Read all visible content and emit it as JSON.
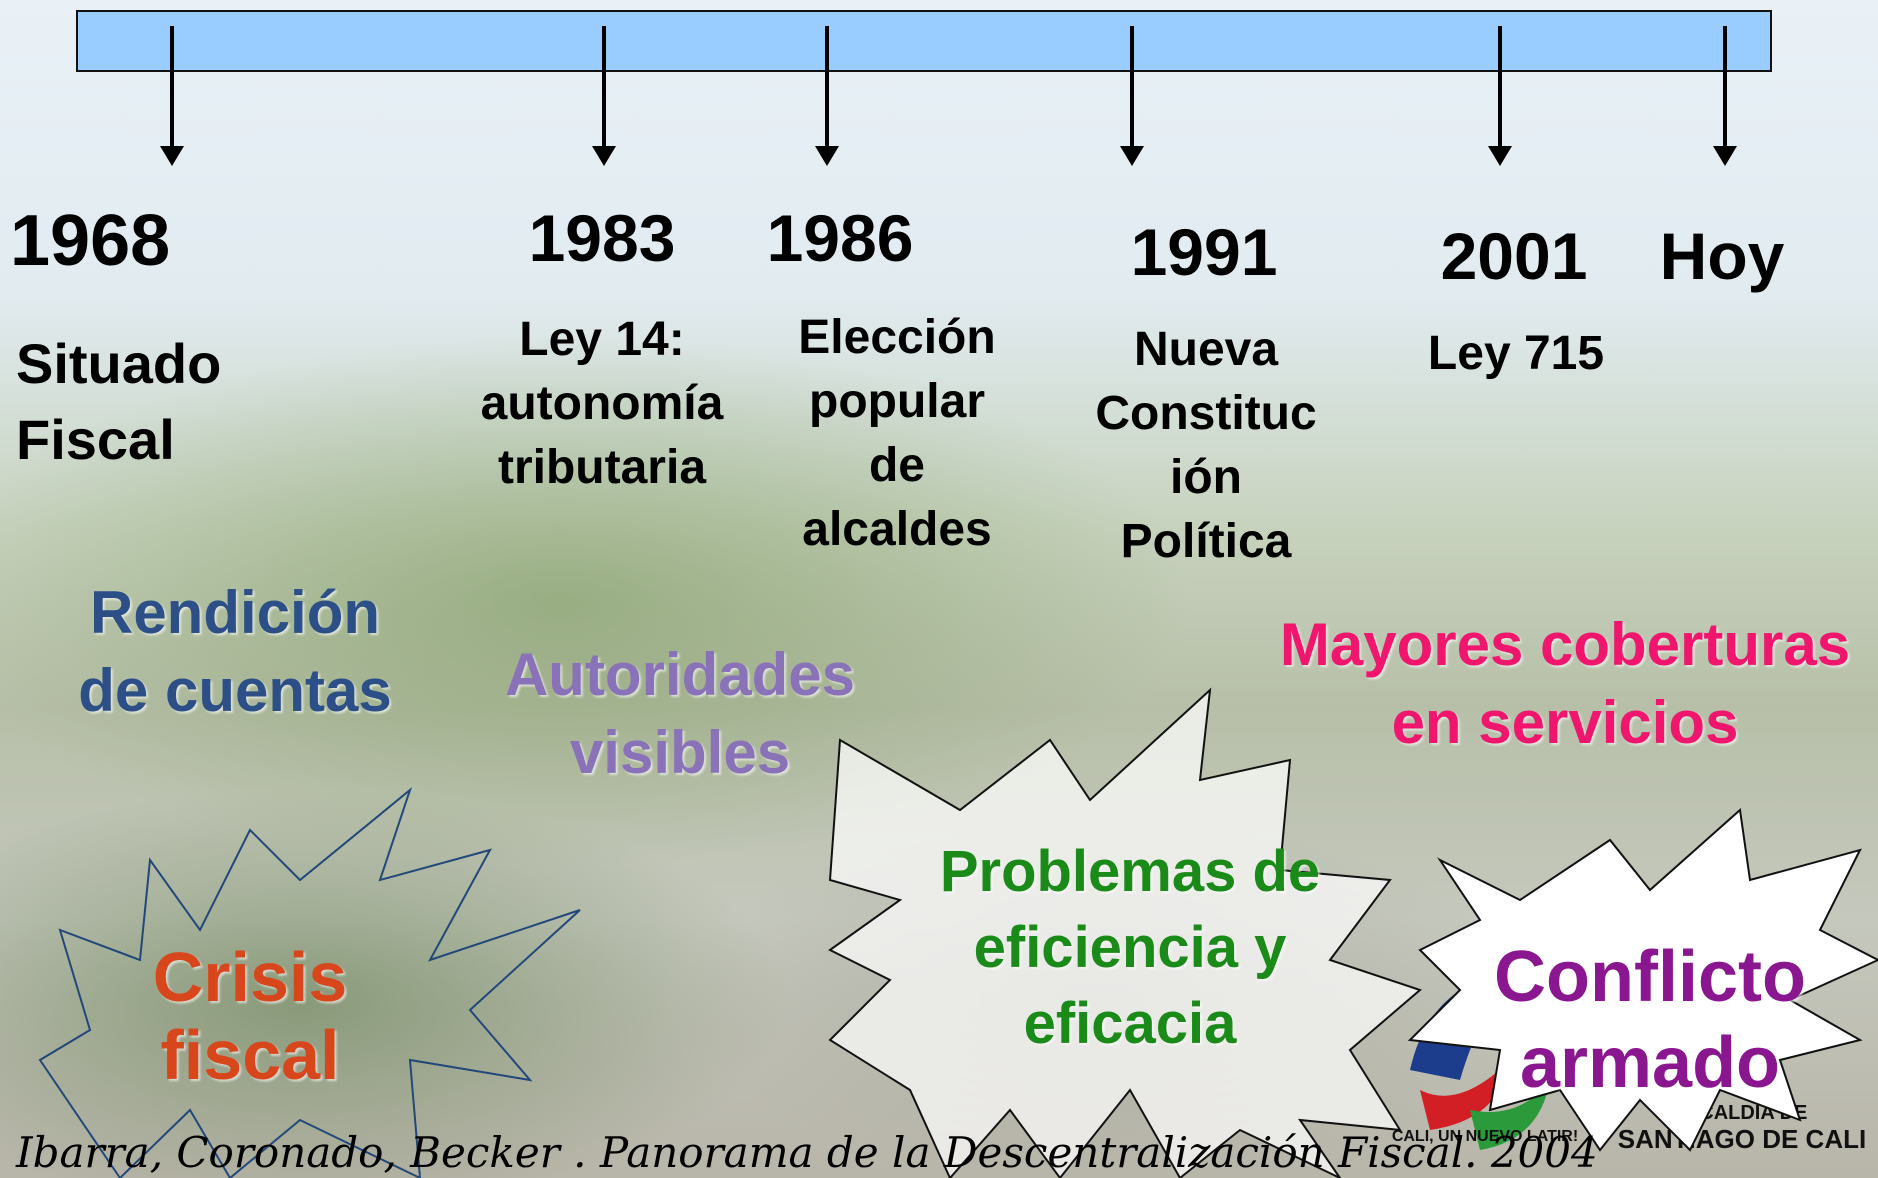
{
  "timeline": {
    "events": [
      {
        "year": "1968",
        "lines": [
          "Situado",
          "Fiscal"
        ]
      },
      {
        "year": "1983",
        "lines": [
          "Ley 14:",
          "autonomía",
          "tributaria"
        ]
      },
      {
        "year": "1986",
        "lines": [
          "Elección",
          "popular",
          "de",
          "alcaldes"
        ]
      },
      {
        "year": "1991",
        "lines": [
          "Nueva",
          "Constituc",
          "ión",
          "Política"
        ]
      },
      {
        "year": "2001",
        "lines": [
          "Ley 715"
        ]
      },
      {
        "year": "Hoy",
        "lines": []
      }
    ]
  },
  "effects": {
    "rendicion": [
      "Rendición",
      "de cuentas"
    ],
    "autoridades": [
      "Autoridades",
      "visibles"
    ],
    "coberturas": [
      "Mayores coberturas",
      "en servicios"
    ]
  },
  "bursts": {
    "crisis": [
      "Crisis",
      "fiscal"
    ],
    "problemas": [
      "Problemas de",
      "eficiencia y",
      "eficacia"
    ],
    "conflicto": [
      "Conflicto",
      "armado"
    ]
  },
  "logo": {
    "slogan": "CALI, UN NUEVO LATIR!",
    "line1": "ALCALDÍA DE",
    "line2": "SANTIAGO DE CALI"
  },
  "citation": "Ibarra, Coronado, Becker . Panorama de la Descentralización Fiscal. 2004",
  "colors": {
    "bar": "#99ccff",
    "rendicion": "#2b4f86",
    "autoridades": "#8a72b8",
    "coberturas": "#f0166e",
    "crisis": "#d8471c",
    "problemas": "#1a8a18",
    "conflicto": "#8a1690"
  }
}
